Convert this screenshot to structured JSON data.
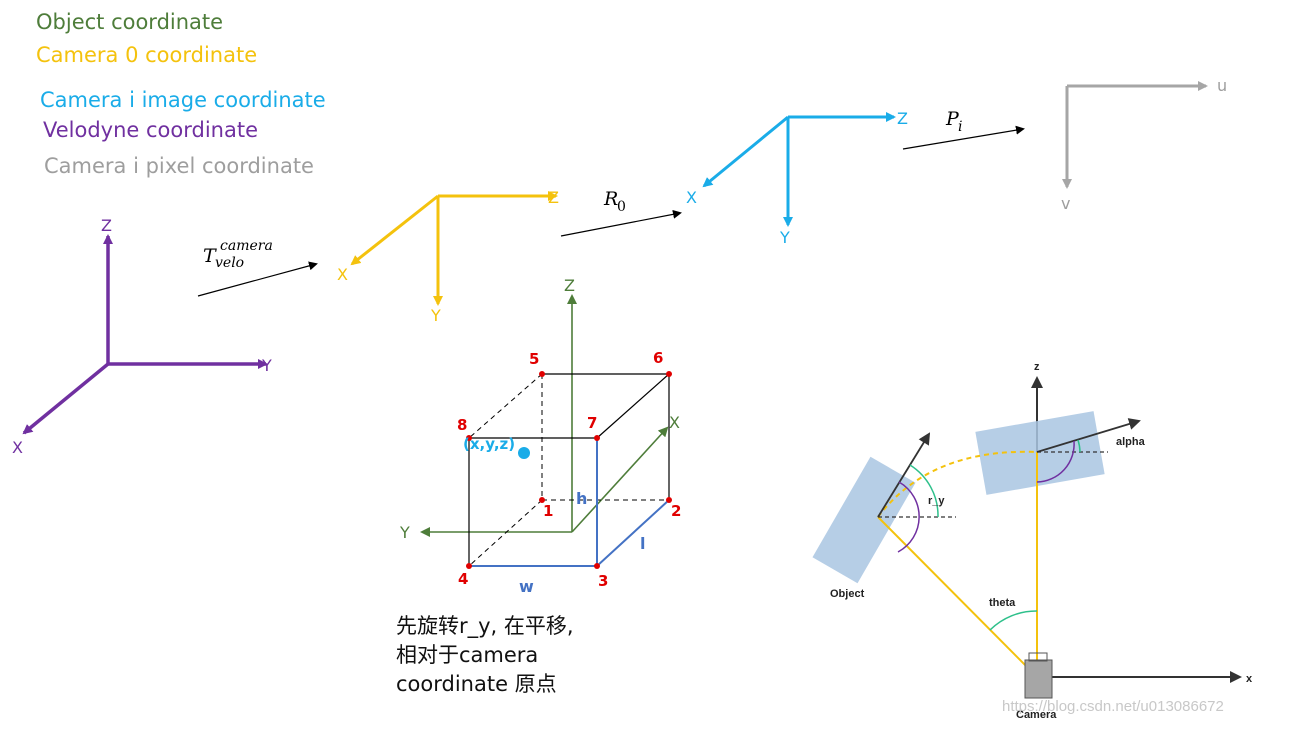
{
  "legend": {
    "object": {
      "label": "Object coordinate",
      "color": "#4e7d3a"
    },
    "camera0": {
      "label": "Camera 0  coordinate",
      "color": "#f4c20d"
    },
    "image": {
      "label": "Camera i image coordinate",
      "color": "#1aace8"
    },
    "velodyne": {
      "label": "Velodyne coordinate",
      "color": "#7030a0"
    },
    "pixel": {
      "label": "Camera i pixel coordinate",
      "color": "#9e9e9e"
    }
  },
  "frames": {
    "velodyne": {
      "x": "X",
      "y": "Y",
      "z": "Z"
    },
    "camera0": {
      "x": "X",
      "y": "Y",
      "z": "Z"
    },
    "image": {
      "x": "X",
      "y": "Y",
      "z": "Z"
    },
    "pixel": {
      "u": "u",
      "v": "v"
    },
    "object": {
      "x": "X",
      "y": "Y",
      "z": "Z"
    }
  },
  "transforms": {
    "velo_to_cam": {
      "base": "T",
      "sub": "velo",
      "sup": "camera"
    },
    "rect": {
      "base": "R",
      "sub": "0"
    },
    "proj": {
      "base": "P",
      "sub": "i"
    }
  },
  "box": {
    "vertices": [
      "1",
      "2",
      "3",
      "4",
      "5",
      "6",
      "7",
      "8"
    ],
    "center_label": "(x,y,z)",
    "dims": {
      "h": "h",
      "w": "w",
      "l": "l"
    },
    "edge_color": "#000000",
    "front_color": "#4472c4",
    "vertex_color": "#e00000",
    "center_color": "#1aace8"
  },
  "note": [
    "先旋转r_y,  在平移,",
    "相对于camera",
    "coordinate 原点"
  ],
  "topview": {
    "z": "z",
    "x": "x",
    "object": "Object",
    "camera": "Camera",
    "r_y": "r_y",
    "alpha": "alpha",
    "theta": "theta",
    "watermark": "https://blog.csdn.net/u013086672"
  }
}
